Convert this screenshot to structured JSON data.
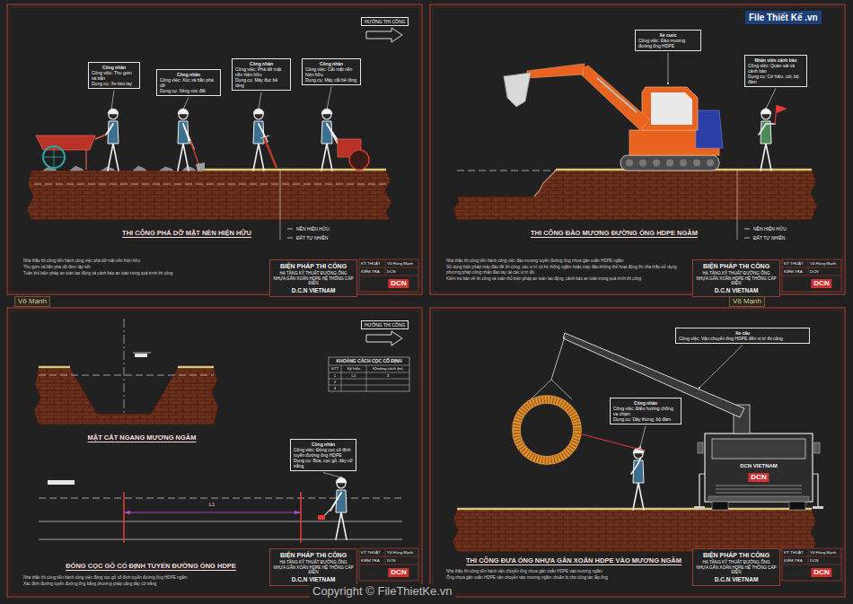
{
  "diagram": {
    "nodes": [
      {
        "text": [
          "HƯỚNG THI CÔNG"
        ]
      },
      {
        "text": [
          "Công nhân",
          "Công việc: Thu gom xà bần",
          "Dụng cụ: Xe kéo tay"
        ]
      },
      {
        "text": [
          "Công nhân",
          "Công việc: Xúc xà bần phá dỡ",
          "Dụng cụ: Xẻng xúc đất"
        ]
      },
      {
        "text": [
          "Công nhân",
          "Công việc: Phá dỡ mặt nền hiện hữu",
          "Dụng cụ: Máy đục bê tông"
        ]
      },
      {
        "text": [
          "Công nhân",
          "Công việc: Cắt mặt nền hiện hữu",
          "Dụng cụ: Máy cắt bê tông"
        ]
      },
      {
        "text": [
          "BIỆN PHÁP THI CÔNG",
          "HẠ TẦNG KỸ THUẬT ĐƯỜNG ỐNG NHỰA GÂN XOẮN HDPE HỆ THỐNG CÁP ĐIỆN",
          "D.C.N VIETNAM"
        ]
      },
      {
        "text": [
          "Xe cuốc",
          "Công việc: Đào mương đường ống HDPE"
        ]
      },
      {
        "text": [
          "Nhân viên cảnh báo",
          "Công việc: Quan sát và cảnh báo",
          "Dụng cụ: Cờ hiệu, còi, bộ đàm"
        ]
      },
      {
        "text": [
          "BIỆN PHÁP THI CÔNG",
          "HẠ TẦNG KỸ THUẬT ĐƯỜNG ỐNG NHỰA GÂN XOẮN HDPE HỆ THỐNG CÁP ĐIỆN",
          "D.C.N VIETNAM"
        ]
      },
      {
        "text": [
          "HƯỚNG THI CÔNG"
        ]
      },
      {
        "text": [
          "Công nhân",
          "Công việc: Đóng cọc cố định tuyến đường ống HDPE",
          "Dụng cụ: Búa, cọc gỗ, dây cữ trắng"
        ]
      },
      {
        "text": [
          "BIỆN PHÁP THI CÔNG",
          "HẠ TẦNG KỸ THUẬT ĐƯỜNG ỐNG NHỰA GÂN XOẮN HDPE HỆ THỐNG CÁP ĐIỆN",
          "D.C.N VIETNAM"
        ]
      },
      {
        "text": [
          "Xe cẩu",
          "Công việc: Vận chuyển ống HDPE đến vị trí thi công"
        ]
      },
      {
        "text": [
          "Công nhân",
          "Công việc: Điều hướng chống va chạm",
          "Dụng cụ: Dây thừng, bộ đàm"
        ]
      },
      {
        "text": [
          "BIỆN PHÁP THI CÔNG",
          "HẠ TẦNG KỸ THUẬT ĐƯỜNG ỐNG NHỰA GÂN XOẮN HDPE HỆ THỐNG CÁP ĐIỆN",
          "D.C.N VIETNAM"
        ]
      }
    ],
    "labels": [
      "Võ Mạnh",
      "Võ Mạnh",
      "File Thiết Kế .vn",
      "Copyright © FileThietKe.vn",
      "THI CÔNG PHÁ DỠ MẶT NỀN HIỆN HỮU",
      "NỀN HIỆN HỮU",
      "ĐẤT TỰ NHIÊN",
      "Nhà thầu thi công tiến hành công việc phá dỡ mặt nền hiện hữu",
      "Thu gom xà bần phá dỡ đem tập kết",
      "Tuân thủ biện pháp an toàn lao động và cảnh báo an toàn trong quá trình thi công",
      "KỸ THUẬT",
      "Võ Hùng Mạnh",
      "KIỂM TRA",
      "DCN",
      "DCN",
      "THI CÔNG ĐÀO MƯƠNG ĐƯỜNG ỐNG HDPE NGẦM",
      "NỀN HIỆN HỮU",
      "ĐẤT TỰ NHIÊN",
      "Nhà thầu thi công tiến hành công việc đào mương tuyến đường ống nhựa gân xoắn HDPE ngầm",
      "Sử dụng biện pháp máy đào để thi công, các vị trí có hệ thống ngầm hoặc máy đào không thể hoạt động thì nhà thầu sử dụng phương pháp công nhân đào tay tại các vị trí đó",
      "Kiểm tra bản vẽ thi công và tuân thủ biện pháp an toàn lao động, cảnh báo an toàn trong quá trình thi công",
      "KỸ THUẬT",
      "Võ Hùng Mạnh",
      "KIỂM TRA",
      "DCN",
      "DCN",
      "MẶT CẮT NGANG MƯƠNG NGẦM",
      "KHOẢNG CÁCH CỌC CỐ ĐỊNH",
      "STT",
      "Ký hiệu",
      "Khoảng cách (m)",
      "1",
      "L1",
      "3",
      "2",
      "3",
      "L1",
      "ĐÓNG CỌC GỖ CỐ ĐỊNH TUYẾN ĐƯỜNG ỐNG HDPE",
      "Nhà thầu thi công tiến hành công việc đóng cọc gỗ cố định tuyến đường ống HDPE ngầm",
      "Xác định đường tuyến đường ống bằng phương pháp căng dây cữ trắng",
      "KỸ THUẬT",
      "Võ Hùng Mạnh",
      "KIỂM TRA",
      "DCN",
      "DCN",
      "DCN VIETNAM",
      "DCN",
      "THI CÔNG ĐƯA ỐNG NHỰA GÂN XOẮN HDPE VÀO MƯƠNG NGẦM",
      "Nhà thầu thi công tiến hành vận chuyển ống nhựa gân xoắn HDPE vào mương ngầm",
      "Ống nhựa gân xoắn HDPE vận chuyển vào mương ngầm chuẩn bị cho công tác lắp ống",
      "KỸ THUẬT",
      "Võ Hùng Mạnh",
      "KIỂM TRA",
      "DCN",
      "DCN"
    ]
  }
}
